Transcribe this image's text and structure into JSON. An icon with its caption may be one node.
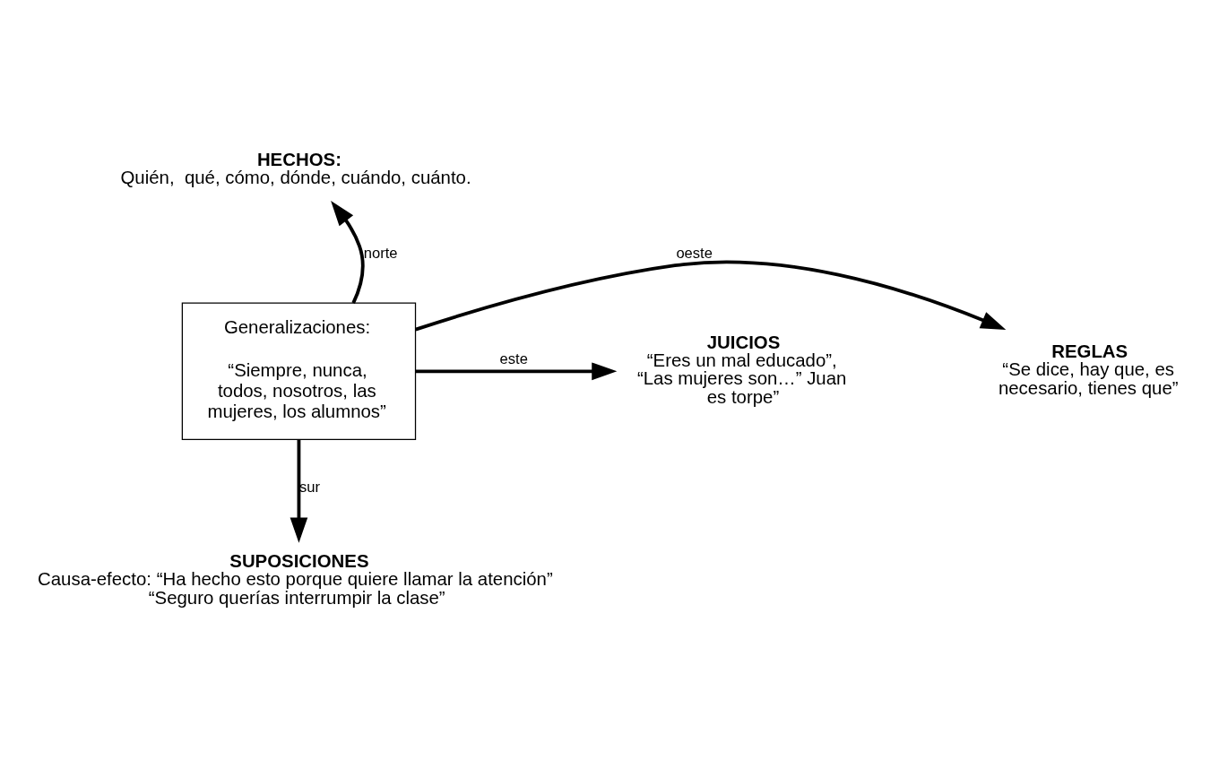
{
  "diagram": {
    "nodes": [
      {
        "text": [
          "Generalizaciones:",
          "“Siempre, nunca, todos, nosotros, las mujeres, los alumnos”"
        ]
      },
      {
        "text": [
          "HECHOS:",
          "Quién,  qué, cómo, dónde, cuándo, cuánto."
        ]
      },
      {
        "text": [
          "REGLAS",
          "“Se dice, hay que, es necesario, tienes que”"
        ]
      },
      {
        "text": [
          "JUICIOS",
          "“Eres un mal educado”, “Las mujeres son…” Juan es torpe”"
        ]
      },
      {
        "text": [
          "SUPOSICIONES",
          "Causa-efecto: “Ha hecho esto porque quiere llamar la atención”",
          "“Seguro querías interrumpir la clase”"
        ]
      }
    ],
    "edges": [
      {
        "from": 0,
        "to": 1,
        "arrow": "to",
        "label": "norte"
      },
      {
        "from": 0,
        "to": 2,
        "arrow": "to",
        "label": "oeste"
      },
      {
        "from": 0,
        "to": 3,
        "arrow": "to",
        "label": "este"
      },
      {
        "from": 0,
        "to": 4,
        "arrow": "to",
        "label": "sur"
      }
    ]
  }
}
